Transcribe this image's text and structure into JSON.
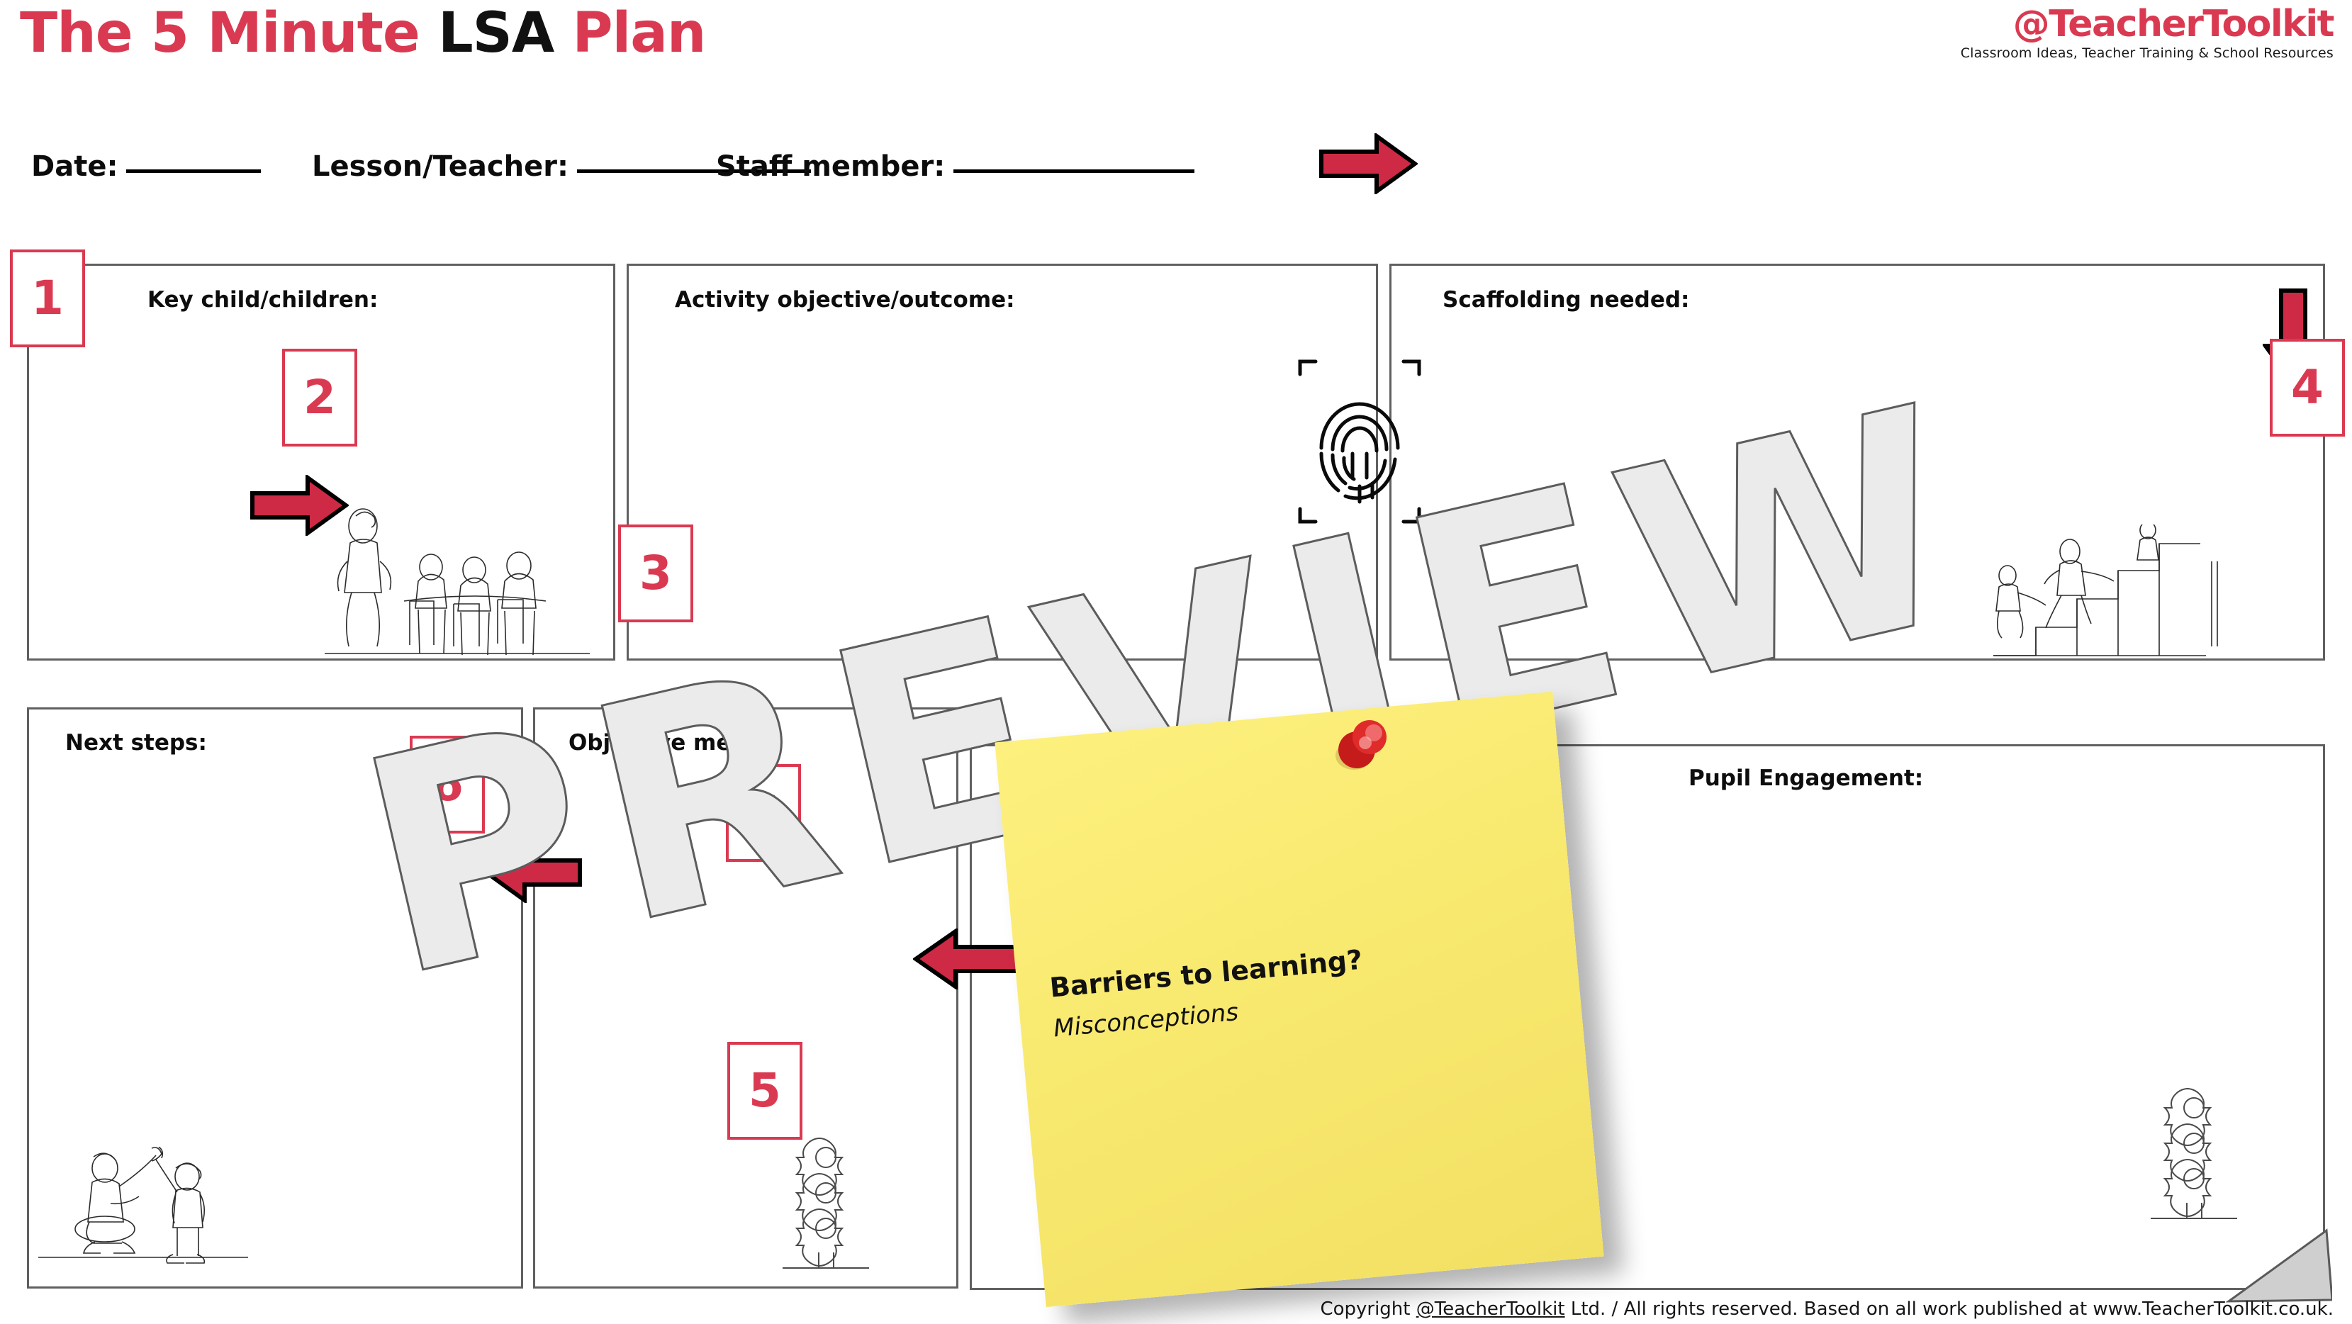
{
  "header": {
    "title_part1": "The 5 Minute ",
    "title_part2": "LSA",
    "title_part3": " Plan",
    "logo_brand": "@TeacherToolkit",
    "logo_tagline": "Classroom Ideas, Teacher Training & School Resources",
    "fields": [
      {
        "label": "Date:",
        "value": "",
        "rule_width": 190
      },
      {
        "label": "Lesson/Teacher:",
        "value": "",
        "rule_width": 330
      },
      {
        "label": "Staff member:",
        "value": "",
        "rule_width": 340
      }
    ]
  },
  "boxes": [
    {
      "label": "Key child/children:",
      "icon": "classroom-illustration-icon"
    },
    {
      "label": "Activity objective/outcome:",
      "icon": "none"
    },
    {
      "label": "Scaffolding needed:",
      "icon": "fingerprint-icon"
    },
    {
      "label": "Next steps:",
      "icon": "high-five-icon"
    },
    {
      "label": "Objective met?",
      "icon": "traffic-light-icon"
    },
    {
      "label": "Pupil Engagement:",
      "icon": "traffic-light-icon"
    }
  ],
  "badges": [
    {
      "number": "1"
    },
    {
      "number": "2"
    },
    {
      "number": "3"
    },
    {
      "number": "4"
    },
    {
      "number": "5"
    },
    {
      "number": "6"
    }
  ],
  "sticky_note": {
    "title": "Barriers to learning?",
    "subtitle": "Misconceptions",
    "color": "#f7e96e",
    "pin_color": "#d32020"
  },
  "watermark": {
    "text": "PREVIEW",
    "fill": "#ebebeb",
    "stroke": "#5c5c5c"
  },
  "footer": {
    "prefix": "Copyright ",
    "link": "@TeacherToolkit",
    "suffix": " Ltd.  / All rights reserved. Based on all work published at www.TeacherToolkit.co.uk."
  },
  "colors": {
    "accent_red": "#da3a51",
    "arrow_red": "#cf2a45",
    "box_border": "#606060",
    "text_black": "#0d0d0d"
  }
}
